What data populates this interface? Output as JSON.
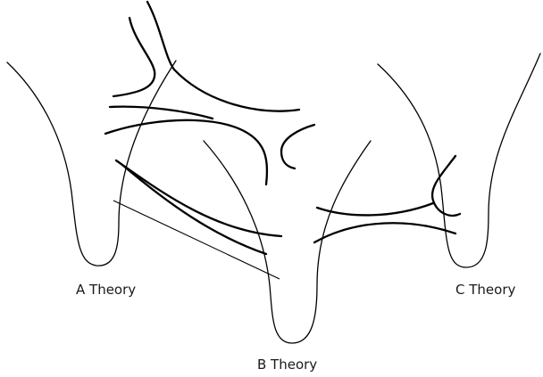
{
  "labels": {
    "a": "A Theory",
    "b": "B Theory",
    "c": "C Theory"
  },
  "colors": {
    "ink": "#000000",
    "background": "#ffffff"
  }
}
